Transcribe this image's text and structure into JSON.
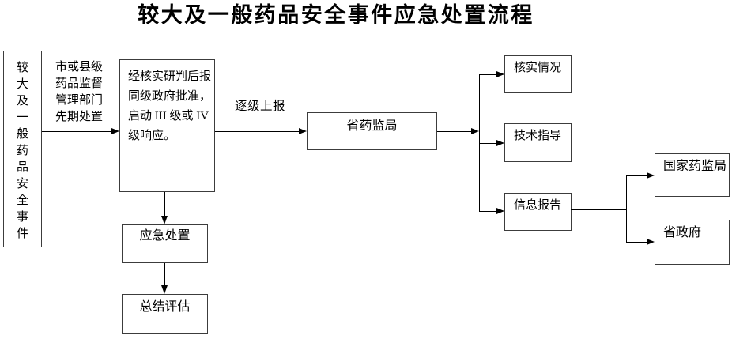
{
  "title": "较大及一般药品安全事件应急处置流程",
  "nodes": {
    "incident": {
      "label": "较大及一般药品安全事件"
    },
    "process": {
      "lines": [
        "经核实研判后报",
        "同级政府批准，",
        "启动 III 级或 IV",
        "级响应。"
      ]
    },
    "emergency_response": {
      "label": "应急处置"
    },
    "summary_evaluation": {
      "label": "总结评估"
    },
    "provincial_drug_admin": {
      "label": "省药监局"
    },
    "verify_situation": {
      "label": "核实情况"
    },
    "technical_guidance": {
      "label": "技术指导"
    },
    "info_report": {
      "label": "信息报告"
    },
    "national_drug_admin": {
      "label": "国家药监局"
    },
    "provincial_government": {
      "label": "省政府"
    }
  },
  "edge_labels": {
    "initial_handling": {
      "lines": [
        "市或县级",
        "药品监督",
        "管理部门",
        "先期处置"
      ]
    },
    "escalate_report": "逐级上报"
  },
  "colors": {
    "background": "#ffffff",
    "box_border": "#3c3c3c",
    "line": "#000000",
    "text": "#000000"
  }
}
